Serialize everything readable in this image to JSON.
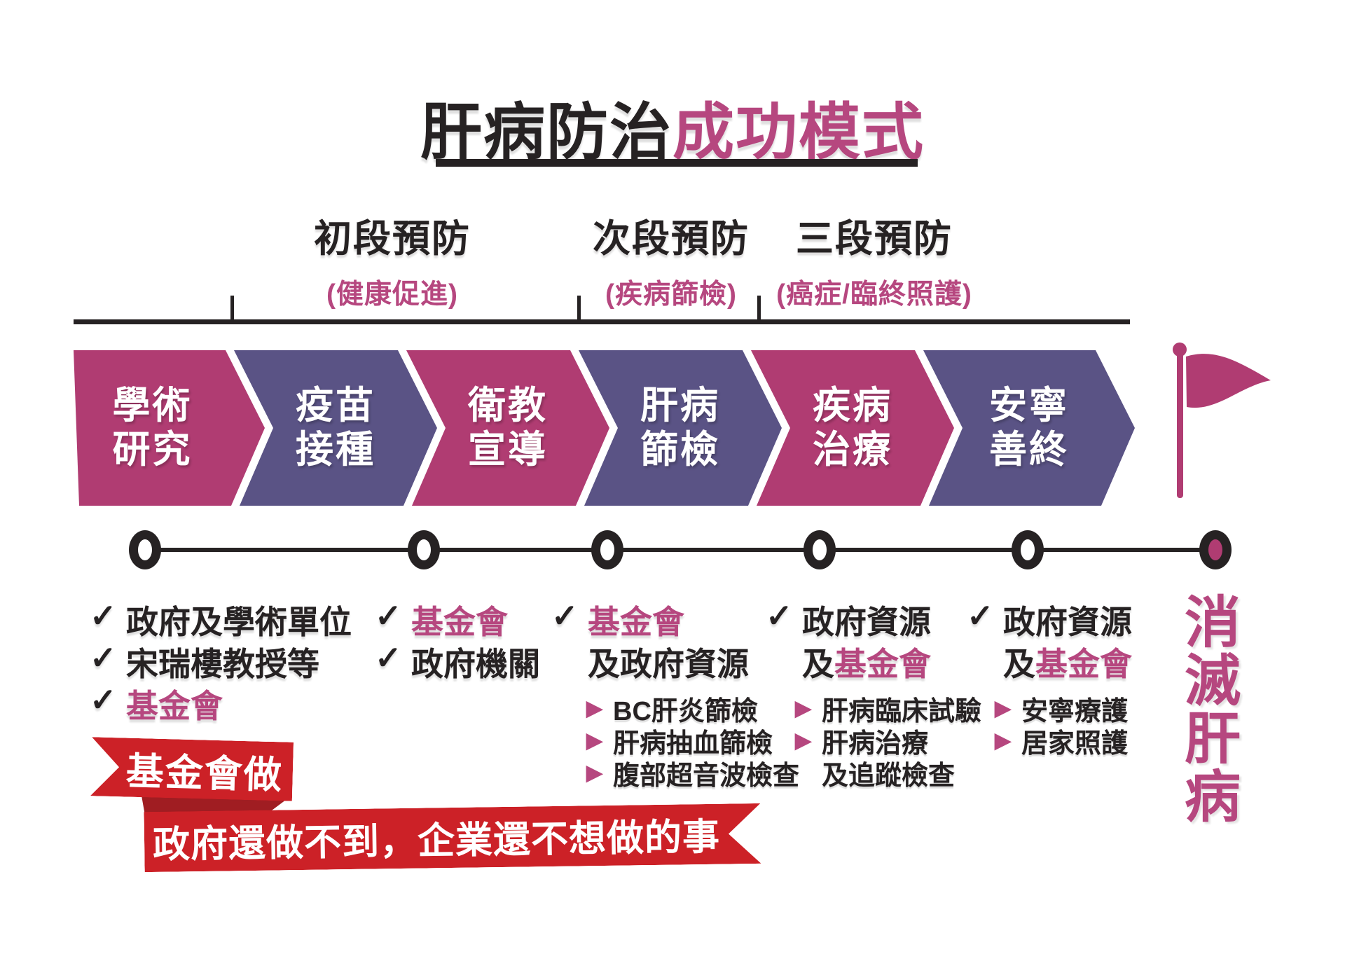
{
  "title": {
    "prefix": "肝病防治",
    "highlight": "成功模式"
  },
  "stages": [
    {
      "label": "初段預防",
      "sublabel": "(健康促進)"
    },
    {
      "label": "次段預防",
      "sublabel": "(疾病篩檢)"
    },
    {
      "label": "三段預防",
      "sublabel": "(癌症/臨終照護)"
    }
  ],
  "chevrons": [
    {
      "line1": "學術",
      "line2": "研究",
      "color": "magenta"
    },
    {
      "line1": "疫苗",
      "line2": "接種",
      "color": "purple"
    },
    {
      "line1": "衛教",
      "line2": "宣導",
      "color": "magenta"
    },
    {
      "line1": "肝病",
      "line2": "篩檢",
      "color": "purple"
    },
    {
      "line1": "疾病",
      "line2": "治療",
      "color": "magenta"
    },
    {
      "line1": "安寧",
      "line2": "善終",
      "color": "purple"
    }
  ],
  "columns": [
    {
      "lines": [
        {
          "check": "✓",
          "parts": [
            {
              "t": "政府及學術單位",
              "accent": false
            }
          ]
        },
        {
          "check": "✓",
          "parts": [
            {
              "t": "宋瑞樓教授等",
              "accent": false
            }
          ]
        },
        {
          "check": "✓",
          "parts": [
            {
              "t": "基金會",
              "accent": true
            }
          ]
        }
      ],
      "subs": []
    },
    {
      "lines": [
        {
          "check": "✓",
          "parts": [
            {
              "t": "基金會",
              "accent": true
            }
          ]
        },
        {
          "check": "✓",
          "parts": [
            {
              "t": "政府機關",
              "accent": false
            }
          ]
        }
      ],
      "subs": []
    },
    {
      "lines": [
        {
          "check": "✓",
          "parts": [
            {
              "t": "基金會",
              "accent": true
            }
          ]
        },
        {
          "check": "",
          "parts": [
            {
              "t": "及政府資源",
              "accent": false
            }
          ]
        }
      ],
      "subs": [
        {
          "b": "▶",
          "t": "BC肝炎篩檢"
        },
        {
          "b": "▶",
          "t": "肝病抽血篩檢"
        },
        {
          "b": "▶",
          "t": "腹部超音波檢查"
        }
      ]
    },
    {
      "lines": [
        {
          "check": "✓",
          "parts": [
            {
              "t": "政府資源",
              "accent": false
            }
          ]
        },
        {
          "check": "",
          "parts": [
            {
              "t": "及",
              "accent": false
            },
            {
              "t": "基金會",
              "accent": true
            }
          ]
        }
      ],
      "subs": [
        {
          "b": "▶",
          "t": "肝病臨床試驗"
        },
        {
          "b": "▶",
          "t": "肝病治療"
        },
        {
          "b": "",
          "t": "及追蹤檢查"
        }
      ]
    },
    {
      "lines": [
        {
          "check": "✓",
          "parts": [
            {
              "t": "政府資源",
              "accent": false
            }
          ]
        },
        {
          "check": "",
          "parts": [
            {
              "t": "及",
              "accent": false
            },
            {
              "t": "基金會",
              "accent": true
            }
          ]
        }
      ],
      "subs": [
        {
          "b": "▶",
          "t": "安寧療護"
        },
        {
          "b": "▶",
          "t": "居家照護"
        }
      ]
    }
  ],
  "goal_text": "消滅肝病",
  "ribbons": {
    "badge": "基金會做",
    "banner": "政府還做不到，企業還不想做的事"
  },
  "colors": {
    "magenta": "#b03c72",
    "purple": "#5a5385",
    "accent": "#b6477f",
    "red": "#cc2127",
    "red-dark": "#a01d22",
    "ink": "#262223"
  }
}
